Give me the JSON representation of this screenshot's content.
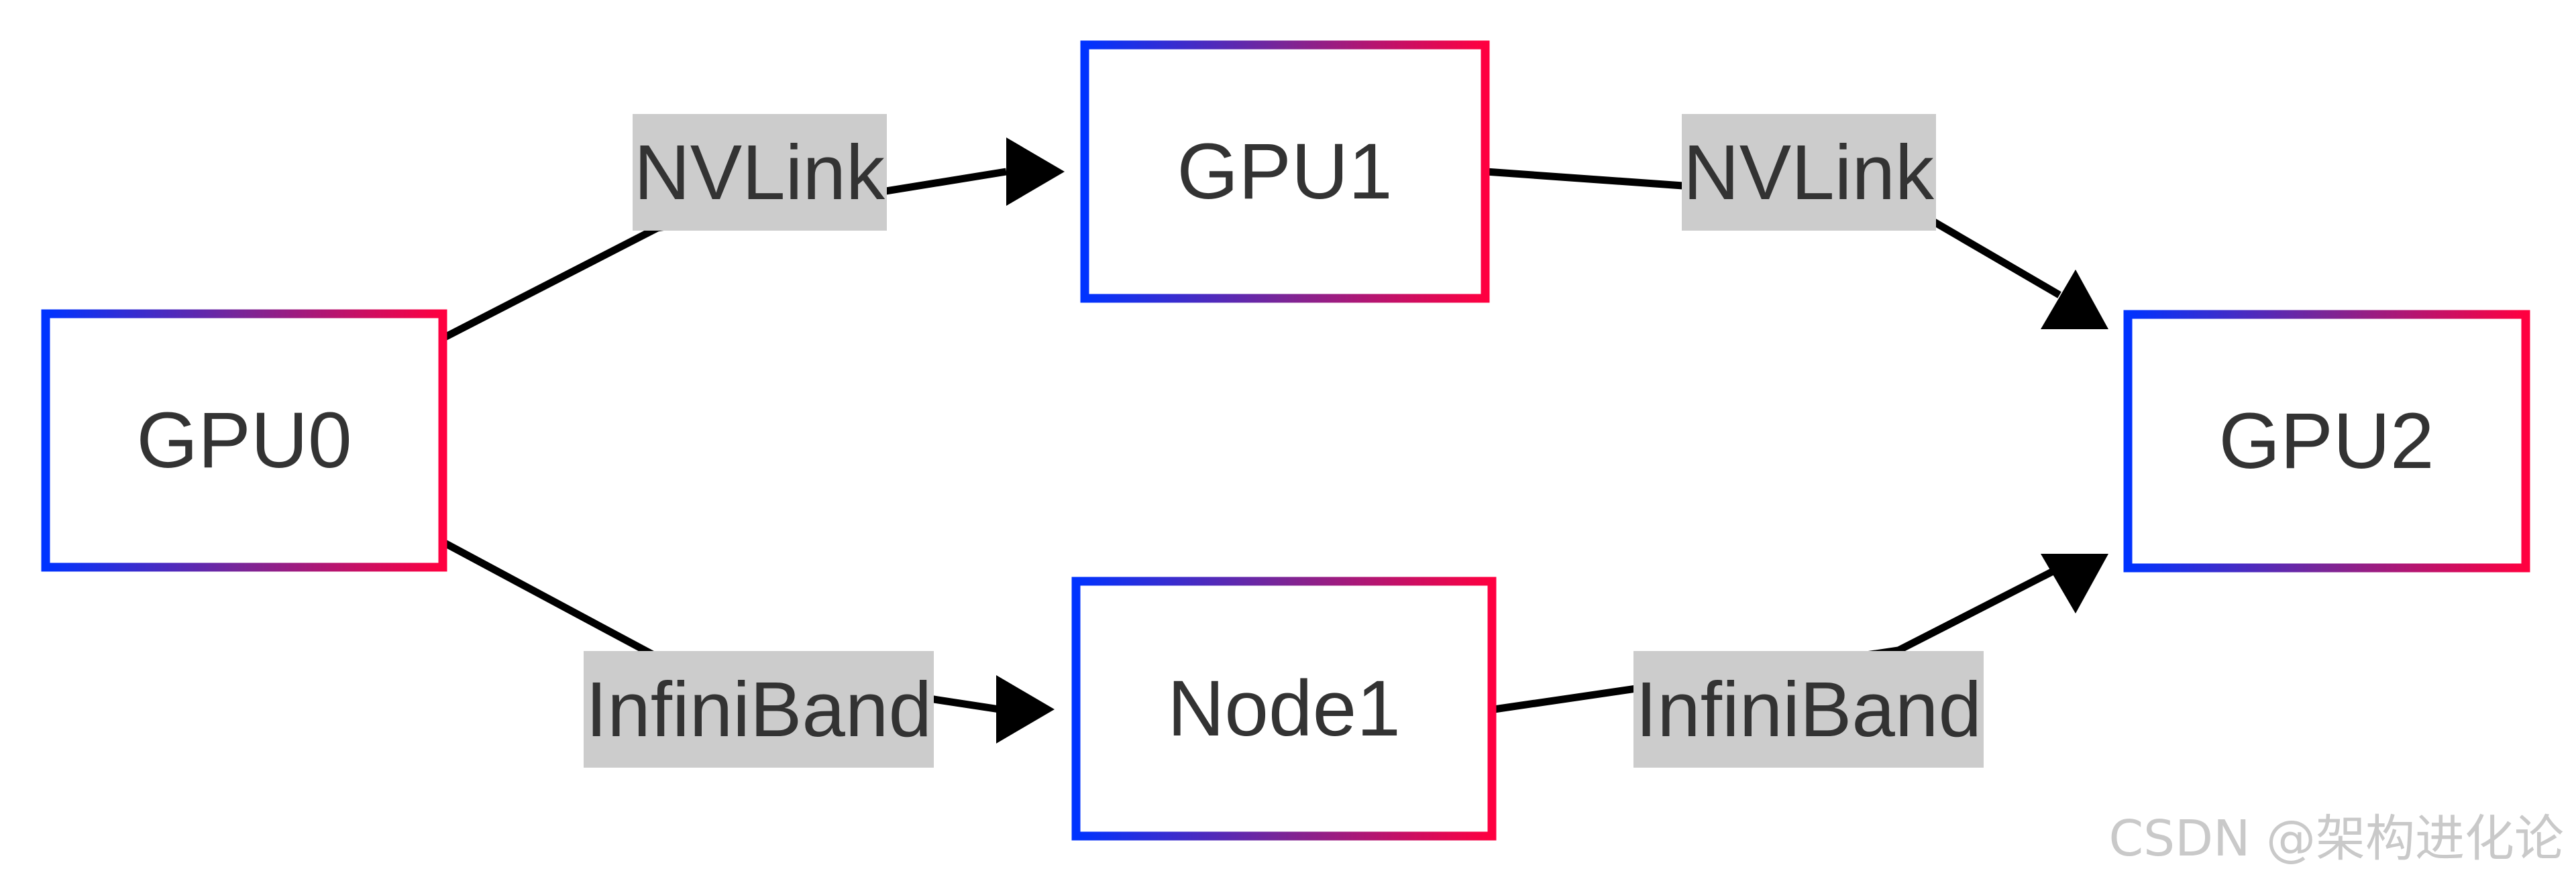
{
  "diagram": {
    "nodes": {
      "gpu0": "GPU0",
      "gpu1": "GPU1",
      "gpu2": "GPU2",
      "node1": "Node1"
    },
    "edges": {
      "gpu0_gpu1": "NVLink",
      "gpu1_gpu2": "NVLink",
      "gpu0_node1": "InfiniBand",
      "node1_gpu2": "InfiniBand"
    }
  },
  "colors": {
    "node_border_start": "#0033ff",
    "node_border_end": "#ff0040",
    "edge": "#000000",
    "edge_label_background": "#cccccc",
    "text": "#333333"
  },
  "watermark": "CSDN @架构进化论"
}
